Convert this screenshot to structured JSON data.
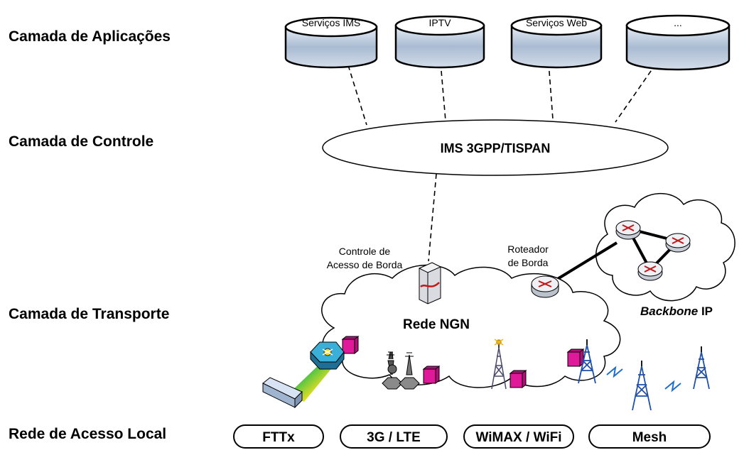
{
  "layers": {
    "applications": "Camada de Aplicações",
    "control": "Camada de Controle",
    "transport": "Camada de Transporte",
    "access": "Rede de Acesso Local"
  },
  "services": [
    "Serviços IMS",
    "IPTV",
    "Serviços Web",
    "..."
  ],
  "control_core": "IMS 3GPP/TISPAN",
  "transport": {
    "access_control": [
      "Controle de",
      "Acesso de Borda"
    ],
    "edge_router": [
      "Roteador",
      "de Borda"
    ],
    "ngn_cloud": "Rede NGN",
    "backbone_italic": "Backbone",
    "backbone_suffix": " IP"
  },
  "access_networks": [
    "FTTx",
    "3G / LTE",
    "WiMAX / WiFi",
    "Mesh"
  ],
  "colors": {
    "drum_body": "#b8c8dc",
    "drum_top": "#ffffff",
    "node_magenta": "#e0189a",
    "switch_cyan": "#3ab0d8",
    "tower_blue": "#1f4fa8",
    "router_body": "#d8dde6"
  }
}
